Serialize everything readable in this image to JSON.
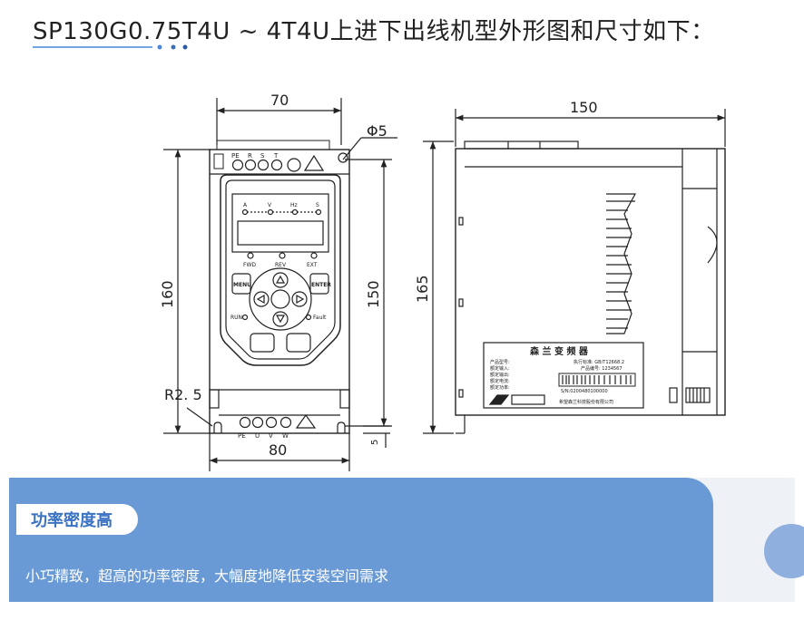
{
  "title": "SP130G0.75T4U ~ 4T4U上进下出线机型外形图和尺寸如下：",
  "dimensions": {
    "width_top": "70",
    "hole": "Φ5",
    "height_left": "160",
    "height_inner": "150",
    "radius": "R2. 5",
    "width_bottom": "80",
    "side_width": "150",
    "side_height": "165",
    "side_small": "5"
  },
  "front": {
    "terminals_top": [
      "PE",
      "R",
      "S",
      "T"
    ],
    "terminals_bottom": [
      "PE",
      "U",
      "V",
      "W"
    ],
    "indicators": [
      "A",
      "V",
      "Hz",
      "S"
    ],
    "indicator_sub": [
      "A",
      "V",
      "Hz",
      "S"
    ],
    "leds": [
      "FWD",
      "REV",
      "EXT"
    ],
    "menu": "MENU",
    "enter": "ENTER",
    "run": "RUN",
    "fault": "Fault"
  },
  "label": {
    "brand": "森 兰 变 频 器",
    "line1": "产品型号:",
    "line2": "额定输入:",
    "line3": "额定输出:",
    "line4": "额定电流:",
    "line5": "额定功率:",
    "std": "执行标准: GB/T12668.2",
    "sn": "产品编号: 1234567",
    "barcode": "S/N:0200480100000",
    "company": "希望森兰科技股份有限公司"
  },
  "panel": {
    "heading": "功率密度高",
    "description": "小巧精致，超高的功率密度，大幅度地降低安装空间需求"
  }
}
